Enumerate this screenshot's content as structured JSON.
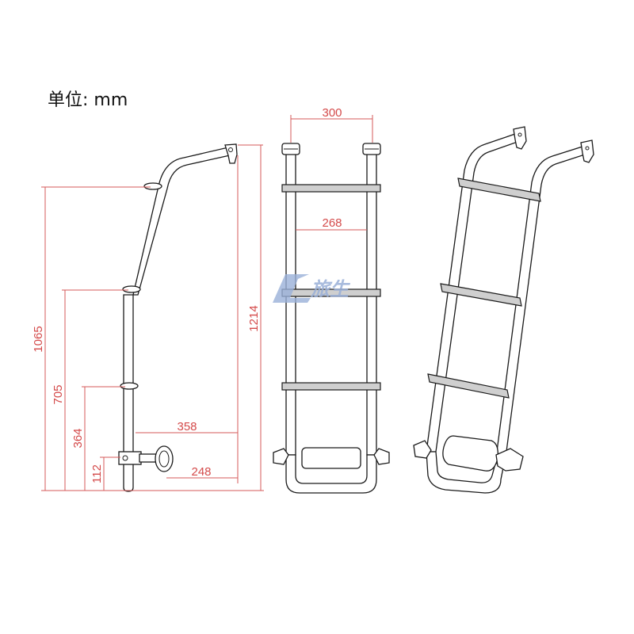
{
  "unit_label": "单位: mm",
  "watermark": "旅生",
  "dimensions": {
    "width_outer": "300",
    "width_inner": "268",
    "reach_top": "358",
    "reach_bottom": "248",
    "height_total": "1214",
    "height_upper": "1065",
    "height_mid": "705",
    "height_low": "364",
    "height_base": "112"
  }
}
